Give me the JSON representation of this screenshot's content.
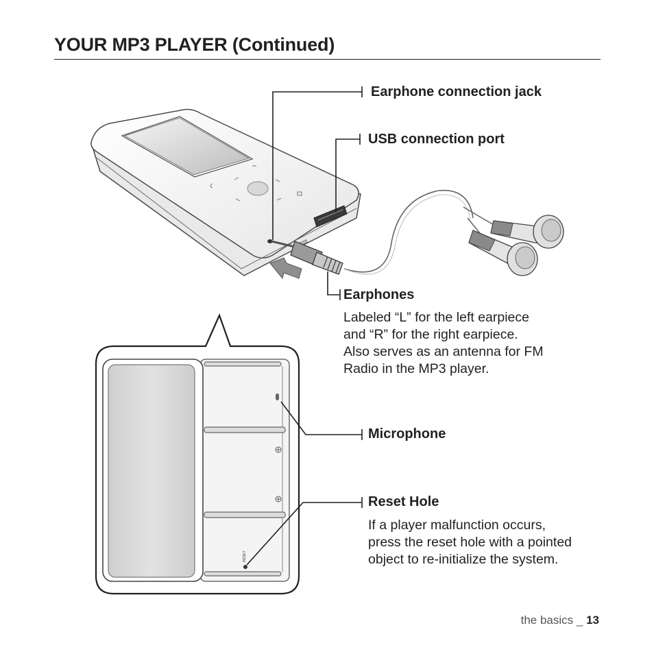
{
  "page": {
    "title": "YOUR MP3 PLAYER (Continued)"
  },
  "callouts": {
    "earphone_jack": {
      "label": "Earphone connection jack"
    },
    "usb_port": {
      "label": "USB connection port"
    },
    "earphones": {
      "label": "Earphones",
      "description": [
        "Labeled “L” for the left earpiece",
        "and “R” for the right earpiece.",
        "Also serves as an antenna for FM",
        "Radio in the MP3 player."
      ]
    },
    "microphone": {
      "label": "Microphone"
    },
    "reset_hole": {
      "label": "Reset Hole",
      "description": [
        "If a player malfunction occurs,",
        "press the reset hole with a pointed",
        "object to re-initialize the system."
      ]
    }
  },
  "device": {
    "reset_marking": "RESET"
  },
  "footer": {
    "section": "the basics",
    "separator": "_",
    "page_number": "13"
  }
}
